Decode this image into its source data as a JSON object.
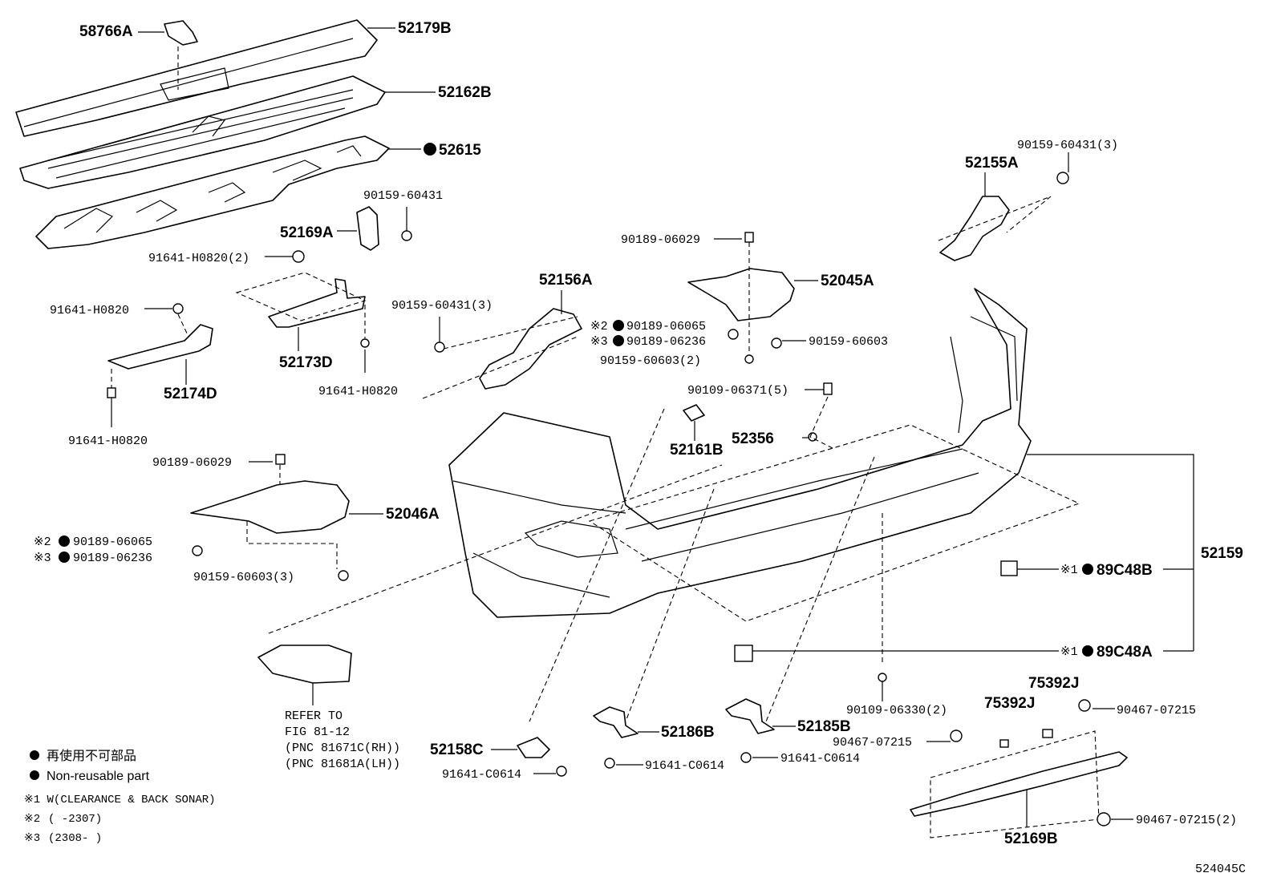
{
  "labels": {
    "p58766A": "58766A",
    "p52179B": "52179B",
    "p52162B": "52162B",
    "p52615": "52615",
    "p90159_60431_top": "90159-60431",
    "p52169A": "52169A",
    "p91641_H0820_2": "91641-H0820(2)",
    "p91641_H0820_a": "91641-H0820",
    "p52173D": "52173D",
    "p91641_H0820_b": "91641-H0820",
    "p52174D": "52174D",
    "p91641_H0820_c": "91641-H0820",
    "p52156A": "52156A",
    "p90159_60431_3a": "90159-60431(3)",
    "p90189_06065_a_mark": "※2",
    "p90189_06065_a": "90189-06065",
    "p90189_06236_a_mark": "※3",
    "p90189_06236_a": "90189-06236",
    "p90159_60603_2": "90159-60603(2)",
    "p90189_06029_a": "90189-06029",
    "p52045A": "52045A",
    "p90159_60603": "90159-60603",
    "p90159_60431_3b": "90159-60431(3)",
    "p52155A": "52155A",
    "p90109_06371_5": "90109-06371(5)",
    "p52161B": "52161B",
    "p52356": "52356",
    "p90189_06029_b": "90189-06029",
    "p52046A": "52046A",
    "p90189_06065_b_mark": "※2",
    "p90189_06065_b": "90189-06065",
    "p90189_06236_b_mark": "※3",
    "p90189_06236_b": "90189-06236",
    "p90159_60603_3": "90159-60603(3)",
    "p52159": "52159",
    "p89C48B_mark": "※1",
    "p89C48B": "89C48B",
    "p89C48A_mark": "※1",
    "p89C48A": "89C48A",
    "refer_1": "REFER TO",
    "refer_2": "FIG 81-12",
    "refer_3": "(PNC 81671C(RH))",
    "refer_4": "(PNC 81681A(LH))",
    "p90109_06330_2": "90109-06330(2)",
    "p75392J_a": "75392J",
    "p75392J_b": "75392J",
    "p90467_07215_a": "90467-07215",
    "p90467_07215_b": "90467-07215",
    "p90467_07215_2": "90467-07215(2)",
    "p52169B": "52169B",
    "p52186B": "52186B",
    "p91641_C0614_a": "91641-C0614",
    "p52185B": "52185B",
    "p91641_C0614_b": "91641-C0614",
    "p52158C": "52158C",
    "p91641_C0614_c": "91641-C0614"
  },
  "legend": {
    "jp": "再使用不可部品",
    "en": "Non-reusable part",
    "note1": "※1 W(CLEARANCE & BACK SONAR)",
    "note2_mark": "※2",
    "note2": "(        -2307)",
    "note3_mark": "※3",
    "note3": "(2308-        )"
  },
  "figure_id": "524045C"
}
